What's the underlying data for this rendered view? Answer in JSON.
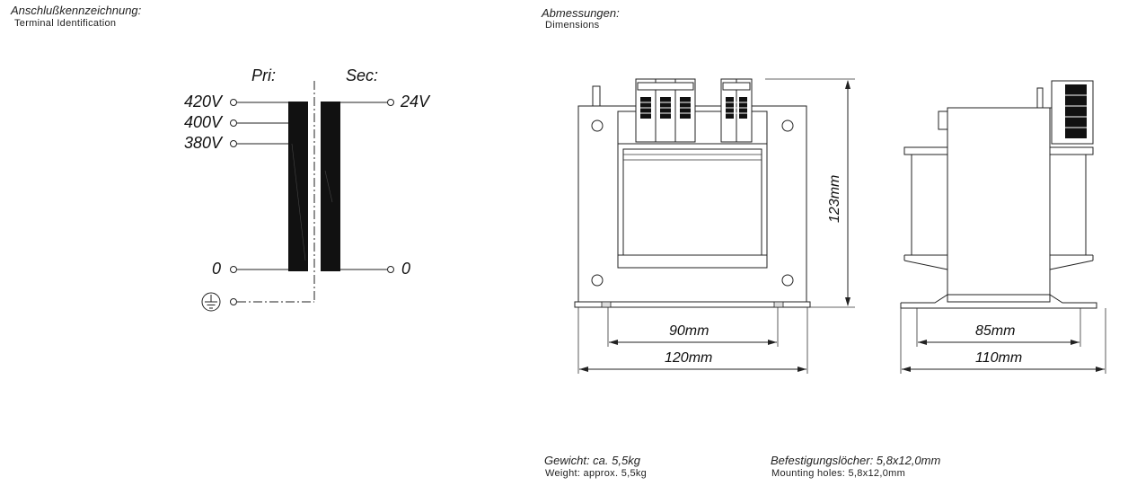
{
  "terminal": {
    "title_de": "Anschlußkennzeichnung:",
    "title_en": "Terminal  Identification",
    "pri_label": "Pri:",
    "sec_label": "Sec:",
    "pri_taps": [
      "420V",
      "400V",
      "380V"
    ],
    "pri_zero": "0",
    "sec_tap": "24V",
    "sec_zero": "0",
    "ground_icon": "earth-ground-icon"
  },
  "dimensions": {
    "title_de": "Abmessungen:",
    "title_en": "Dimensions",
    "height": "123mm",
    "front_inner_width": "90mm",
    "front_outer_width": "120mm",
    "side_inner_width": "85mm",
    "side_outer_width": "110mm"
  },
  "footer": {
    "weight_de": "Gewicht: ca. 5,5kg",
    "weight_en": "Weight:  approx.  5,5kg",
    "holes_de": "Befestigungslöcher: 5,8x12,0mm",
    "holes_en": "Mounting  holes:  5,8x12,0mm"
  }
}
